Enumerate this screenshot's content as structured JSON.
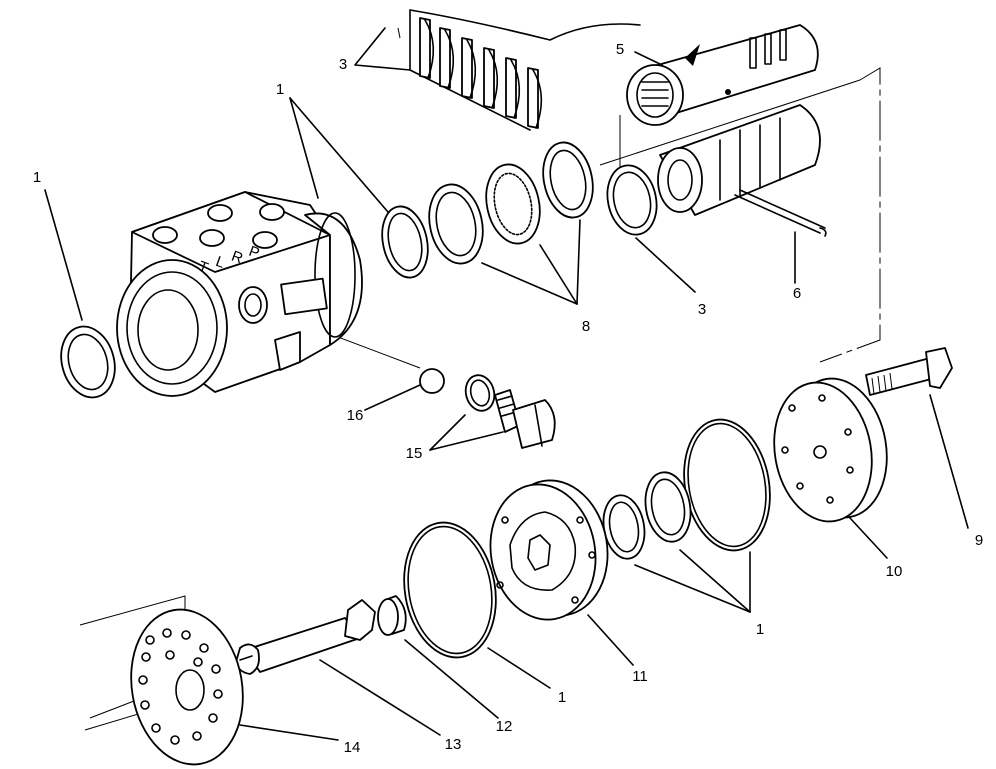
{
  "callouts": [
    {
      "id": "c3a",
      "label": "3"
    },
    {
      "id": "c1a",
      "label": "1"
    },
    {
      "id": "c1b",
      "label": "1"
    },
    {
      "id": "c5",
      "label": "5"
    },
    {
      "id": "c8",
      "label": "8"
    },
    {
      "id": "c3b",
      "label": "3"
    },
    {
      "id": "c6",
      "label": "6"
    },
    {
      "id": "c16",
      "label": "16"
    },
    {
      "id": "c15",
      "label": "15"
    },
    {
      "id": "c9",
      "label": "9"
    },
    {
      "id": "c10",
      "label": "10"
    },
    {
      "id": "c1c",
      "label": "1"
    },
    {
      "id": "c11",
      "label": "11"
    },
    {
      "id": "c1d",
      "label": "1"
    },
    {
      "id": "c12",
      "label": "12"
    },
    {
      "id": "c13",
      "label": "13"
    },
    {
      "id": "c14",
      "label": "14"
    }
  ],
  "housing_port_letters": [
    "T",
    "L",
    "R",
    "P"
  ]
}
